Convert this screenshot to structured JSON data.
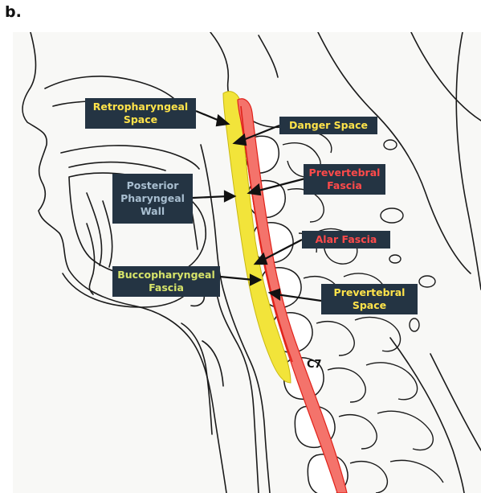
{
  "panel_label": "b.",
  "labels": {
    "retropharyngeal_space": "Retropharyngeal Space",
    "danger_space": "Danger Space",
    "prevertebral_fascia": "Prevertebral Fascia",
    "posterior_pharyngeal_wall": "Posterior Pharyngeal Wall",
    "alar_fascia": "Alar Fascia",
    "buccopharyngeal_fascia": "Buccopharyngeal Fascia",
    "prevertebral_space": "Prevertebral Space",
    "vertebra_c7": "C7"
  },
  "colors": {
    "callout_background": "#243443",
    "yellow_text": "#ffe34a",
    "red_text": "#ff4a4a",
    "gray_text": "#a9bfd1",
    "green_text": "#d6e36a",
    "retropharyngeal_fill": "#f2e43a",
    "prevertebral_fill": "#f4736b",
    "fascia_line": "#e0221a",
    "outline": "#1a1a1a"
  }
}
